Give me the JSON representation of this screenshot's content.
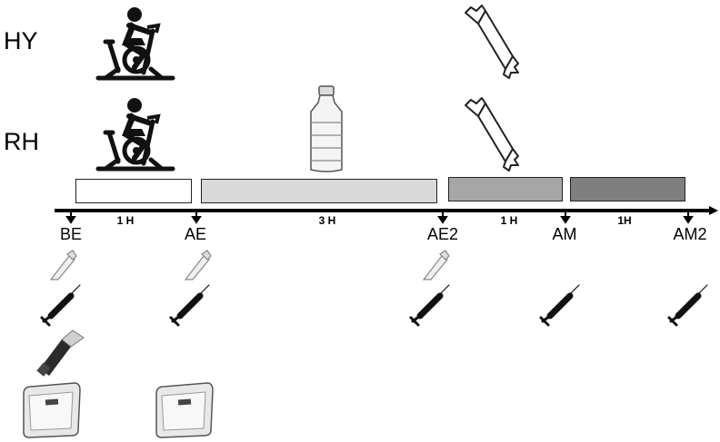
{
  "groups": [
    {
      "label": "HY"
    },
    {
      "label": "RH"
    }
  ],
  "phases": [
    {
      "duration": "1 H",
      "color": "#ffffff"
    },
    {
      "duration": "3 H",
      "color": "#d9d9d9"
    },
    {
      "duration": "1 H",
      "color": "#a6a6a6"
    },
    {
      "duration": "1H",
      "color": "#7f7f7f"
    }
  ],
  "timepoints": [
    "BE",
    "AE",
    "AE2",
    "AM",
    "AM2"
  ],
  "icons": {
    "exercise": "exercise-bike-icon",
    "drink": "water-bottle-icon",
    "snack": "energy-bar-icon",
    "urine": "sample-tube-icon",
    "blood": "syringe-icon",
    "refractometer": "refractometer-icon",
    "scale": "weighing-scale-icon"
  }
}
